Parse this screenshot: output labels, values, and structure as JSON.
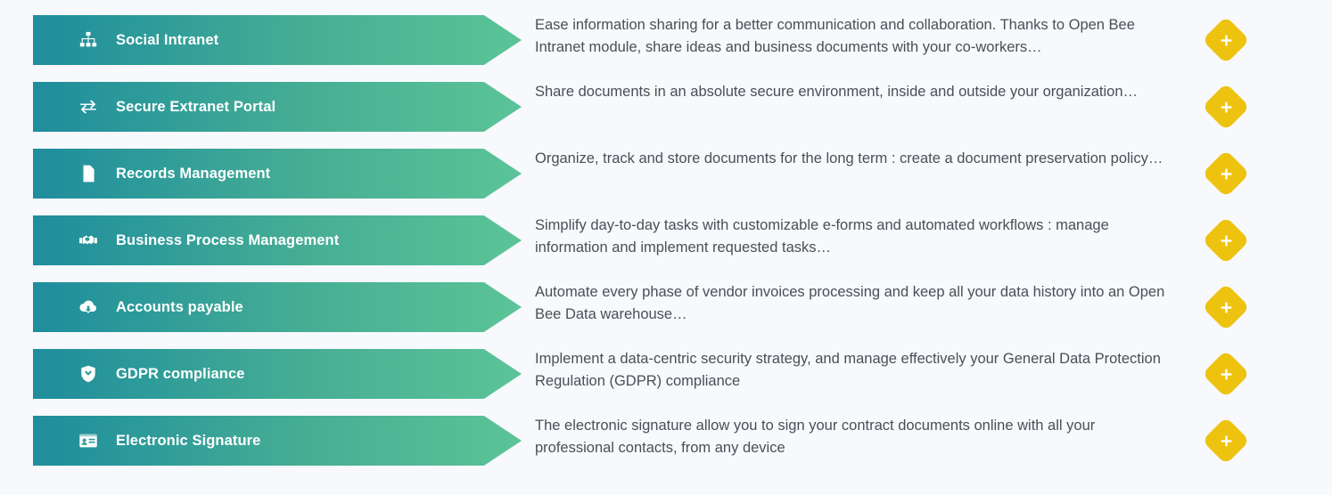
{
  "page": {
    "background_color": "#f7f9fc",
    "banner_gradient_start": "#1f8d9c",
    "banner_gradient_end": "#5cc497",
    "accent_color": "#eec310",
    "description_text_color": "#4a4f57",
    "banner_label_color": "#ffffff"
  },
  "expand_button": {
    "label": "+",
    "icon": "plus-icon",
    "color": "#eec310",
    "shape": "diamond"
  },
  "modules": [
    {
      "title": "Social Intranet",
      "icon": "sitemap-icon",
      "description": "Ease information sharing for a better communication and collaboration. Thanks to Open Bee Intranet module, share ideas and business documents with your co-workers…"
    },
    {
      "title": "Secure Extranet Portal",
      "icon": "exchange-arrows-icon",
      "description": "Share documents in an absolute secure environment, inside and outside your organization…"
    },
    {
      "title": "Records Management",
      "icon": "file-document-icon",
      "description": "Organize, track and store documents for the long term : create a document preservation policy…"
    },
    {
      "title": "Business Process Management",
      "icon": "handshake-icon",
      "description": "Simplify day-to-day tasks with customizable e-forms and automated workflows : manage information and implement requested tasks…"
    },
    {
      "title": "Accounts payable",
      "icon": "cloud-download-icon",
      "description": "Automate every phase of vendor invoices processing and keep all your data history into an Open Bee Data warehouse…"
    },
    {
      "title": "GDPR compliance",
      "icon": "shield-check-icon",
      "description": "Implement a data-centric security strategy, and manage effectively your General Data Protection Regulation (GDPR) compliance"
    },
    {
      "title": "Electronic Signature",
      "icon": "id-card-icon",
      "description": "The electronic signature allow you to sign your contract documents online with all your professional contacts, from any device"
    }
  ]
}
